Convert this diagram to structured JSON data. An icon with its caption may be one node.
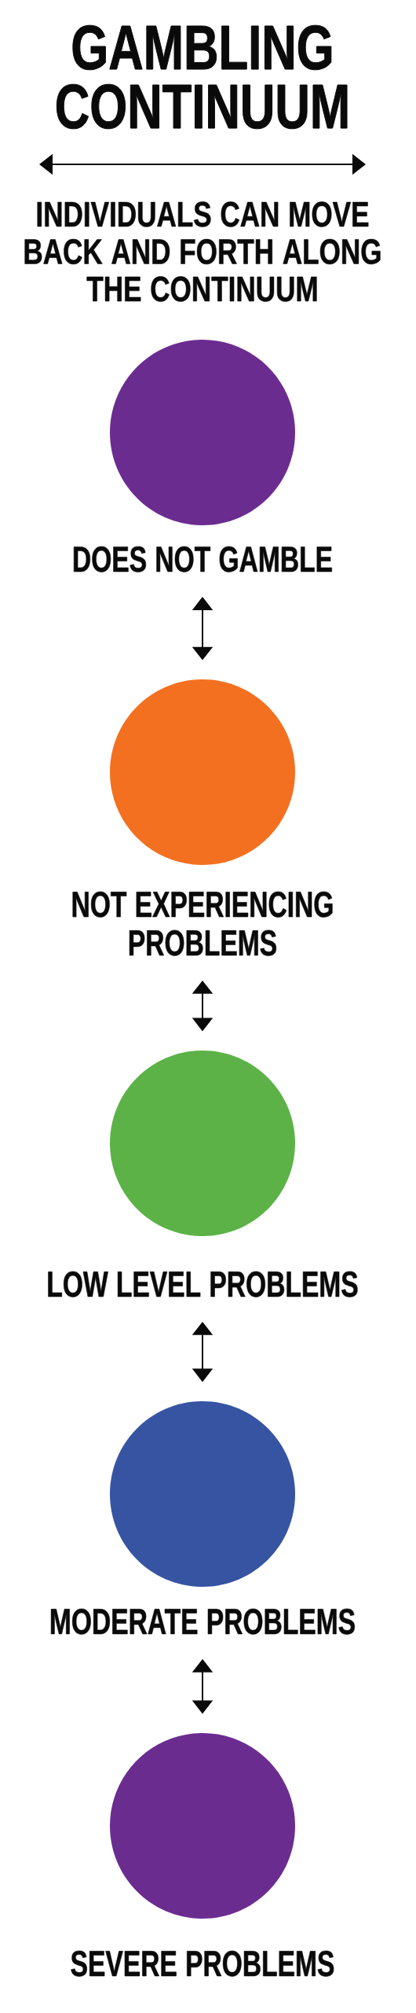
{
  "diagram": {
    "title": "GAMBLING CONTINUUM",
    "nodes": [
      {
        "text": [
          "DOES NOT GAMBLE"
        ]
      },
      {
        "text": [
          "NOT EXPERIENCING PROBLEMS"
        ]
      },
      {
        "text": [
          "LOW LEVEL PROBLEMS"
        ]
      },
      {
        "text": [
          "MODERATE PROBLEMS"
        ]
      },
      {
        "text": [
          "SEVERE PROBLEMS"
        ]
      }
    ],
    "edges": [
      {
        "from": 0,
        "to": 1,
        "arrow": "both"
      },
      {
        "from": 1,
        "to": 2,
        "arrow": "both"
      },
      {
        "from": 2,
        "to": 3,
        "arrow": "both"
      },
      {
        "from": 3,
        "to": 4,
        "arrow": "both"
      }
    ],
    "labels": [
      "INDIVIDUALS CAN MOVE BACK AND FORTH ALONG THE CONTINUUM"
    ]
  }
}
